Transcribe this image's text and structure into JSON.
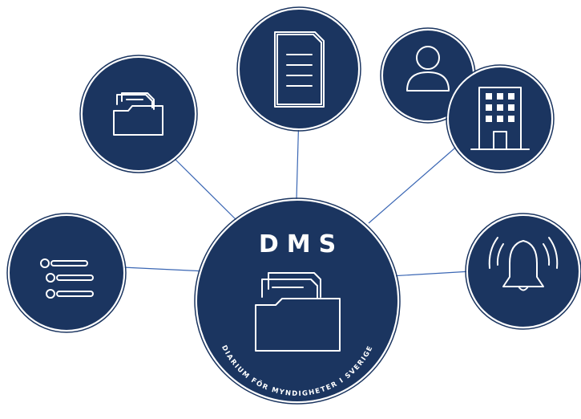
{
  "hub": {
    "title": "DMS",
    "subtitle": "DIARIUM FÖR MYNDIGHETER I SVERIGE",
    "icon": "folder-with-documents-icon"
  },
  "nodes": [
    {
      "id": "folder",
      "icon": "folder-icon"
    },
    {
      "id": "document",
      "icon": "document-icon"
    },
    {
      "id": "user",
      "icon": "user-icon"
    },
    {
      "id": "building",
      "icon": "building-icon"
    },
    {
      "id": "checklist",
      "icon": "checklist-icon"
    },
    {
      "id": "notification",
      "icon": "bell-icon"
    }
  ],
  "colors": {
    "node_fill": "#1b3560",
    "connector": "#3b67b4",
    "icon": "#ffffff",
    "background": "#ffffff"
  }
}
